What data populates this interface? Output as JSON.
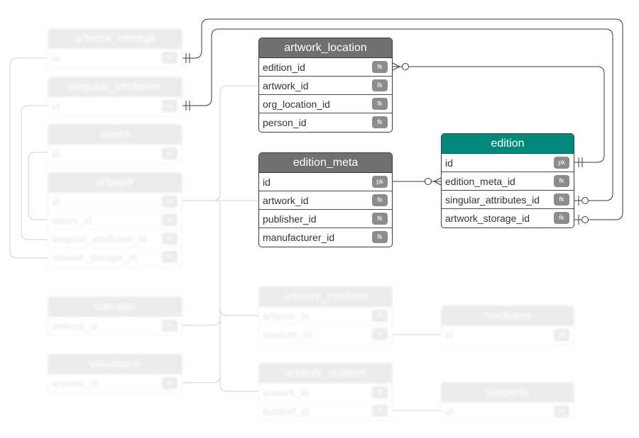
{
  "entities": {
    "artwork_storage": {
      "title": "artwork_storage",
      "rows": [
        {
          "name": "id",
          "key": "pk"
        }
      ]
    },
    "singular_attributes": {
      "title": "singular_attributes",
      "rows": [
        {
          "name": "id",
          "key": "pk"
        }
      ]
    },
    "series": {
      "title": "series",
      "rows": [
        {
          "name": "id",
          "key": "pk"
        }
      ]
    },
    "artwork": {
      "title": "artwork",
      "rows": [
        {
          "name": "id",
          "key": "pk"
        },
        {
          "name": "series_id",
          "key": "fk"
        },
        {
          "name": "singular_attributes_id",
          "key": "fk"
        },
        {
          "name": "artwork_storage_id",
          "key": "fk"
        }
      ]
    },
    "damage": {
      "title": "damage",
      "rows": [
        {
          "name": "artwork_id",
          "key": "fk"
        }
      ]
    },
    "valuations": {
      "title": "valuations",
      "rows": [
        {
          "name": "artwork_id",
          "key": "fk"
        }
      ]
    },
    "artwork_location": {
      "title": "artwork_location",
      "rows": [
        {
          "name": "edition_id",
          "key": "fk"
        },
        {
          "name": "artwork_id",
          "key": "fk"
        },
        {
          "name": "org_location_id",
          "key": "fk"
        },
        {
          "name": "person_id",
          "key": "fk"
        }
      ]
    },
    "edition_meta": {
      "title": "edition_meta",
      "rows": [
        {
          "name": "id",
          "key": "pk"
        },
        {
          "name": "artwork_id",
          "key": "fk"
        },
        {
          "name": "publisher_id",
          "key": "fk"
        },
        {
          "name": "manufacturer_id",
          "key": "fk"
        }
      ]
    },
    "edition": {
      "title": "edition",
      "rows": [
        {
          "name": "id",
          "key": "pk"
        },
        {
          "name": "edition_meta_id",
          "key": "fk"
        },
        {
          "name": "singular_attributes_id",
          "key": "fk"
        },
        {
          "name": "artwork_storage_id",
          "key": "fk"
        }
      ]
    },
    "artwork_medium": {
      "title": "artwork_medium",
      "rows": [
        {
          "name": "artwork_id",
          "key": "fk"
        },
        {
          "name": "medium_id",
          "key": "fk"
        }
      ]
    },
    "artwork_support": {
      "title": "artwork_support",
      "rows": [
        {
          "name": "artwork_id",
          "key": "fk"
        },
        {
          "name": "support_id",
          "key": "fk"
        }
      ]
    },
    "mediums": {
      "title": "mediums",
      "rows": [
        {
          "name": "id",
          "key": "pk"
        }
      ]
    },
    "supports": {
      "title": "supports",
      "rows": [
        {
          "name": "id",
          "key": "pk"
        }
      ]
    }
  },
  "colors": {
    "header": "#707070",
    "focus_header": "#00887a",
    "badge": "#8c8c8c",
    "line": "#3a3a3a"
  }
}
